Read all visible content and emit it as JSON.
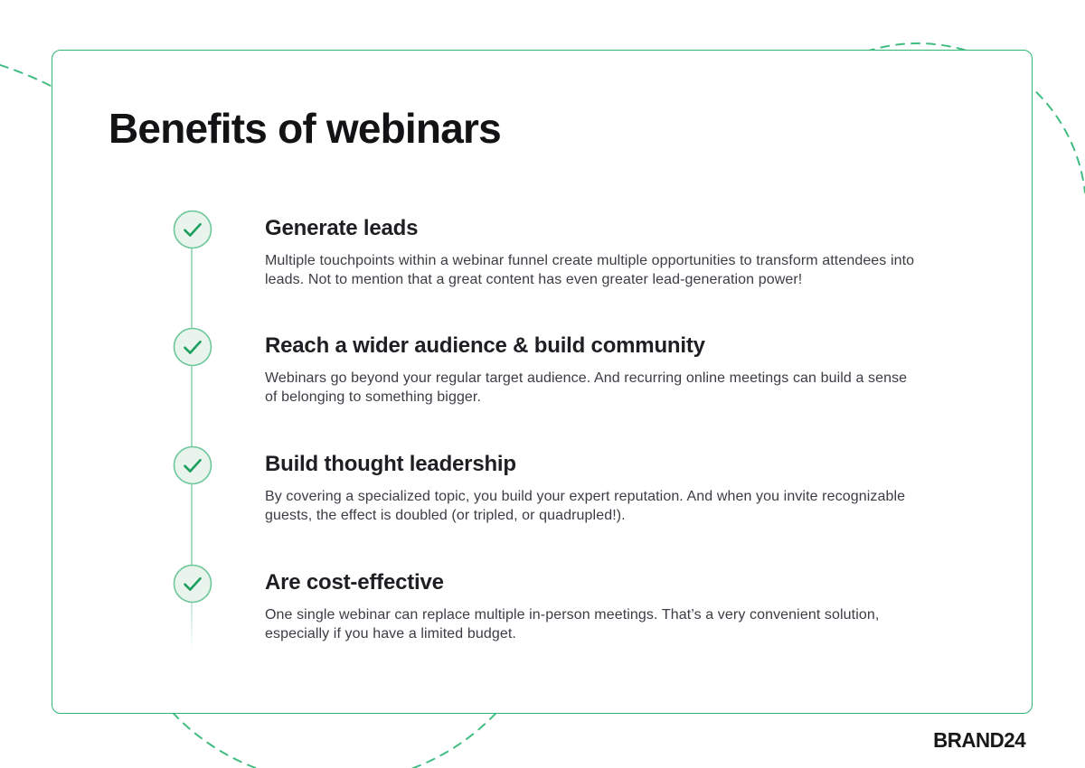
{
  "title": "Benefits of webinars",
  "brand": "BRAND24",
  "benefits": [
    {
      "heading": "Generate leads",
      "body": "Multiple touchpoints within a webinar funnel create multiple opportunities to transform attendees into leads. Not to mention that a great content has even greater lead-generation power!"
    },
    {
      "heading": "Reach a wider audience & build community",
      "body": "Webinars go beyond your regular target audience. And recurring online meetings can build a sense of belonging to something bigger."
    },
    {
      "heading": "Build thought leadership",
      "body": "By covering a specialized topic, you build your expert reputation. And when you invite recognizable guests, the effect is doubled (or tripled, or quadrupled!)."
    },
    {
      "heading": "Are cost-effective",
      "body": "One single webinar can replace multiple in-person meetings. That’s a very convenient solution, especially if you have a limited budget."
    }
  ],
  "colors": {
    "card_border": "#2db573",
    "dashed_accent": "#41bd82",
    "check_ring": "#6cc79a",
    "check_fill": "#e8f4ec",
    "check_mark": "#1d9e5f",
    "connector": "#a7dcc2",
    "title_text": "#131316",
    "heading_text": "#1f1f23",
    "body_text": "#3c3c44"
  }
}
